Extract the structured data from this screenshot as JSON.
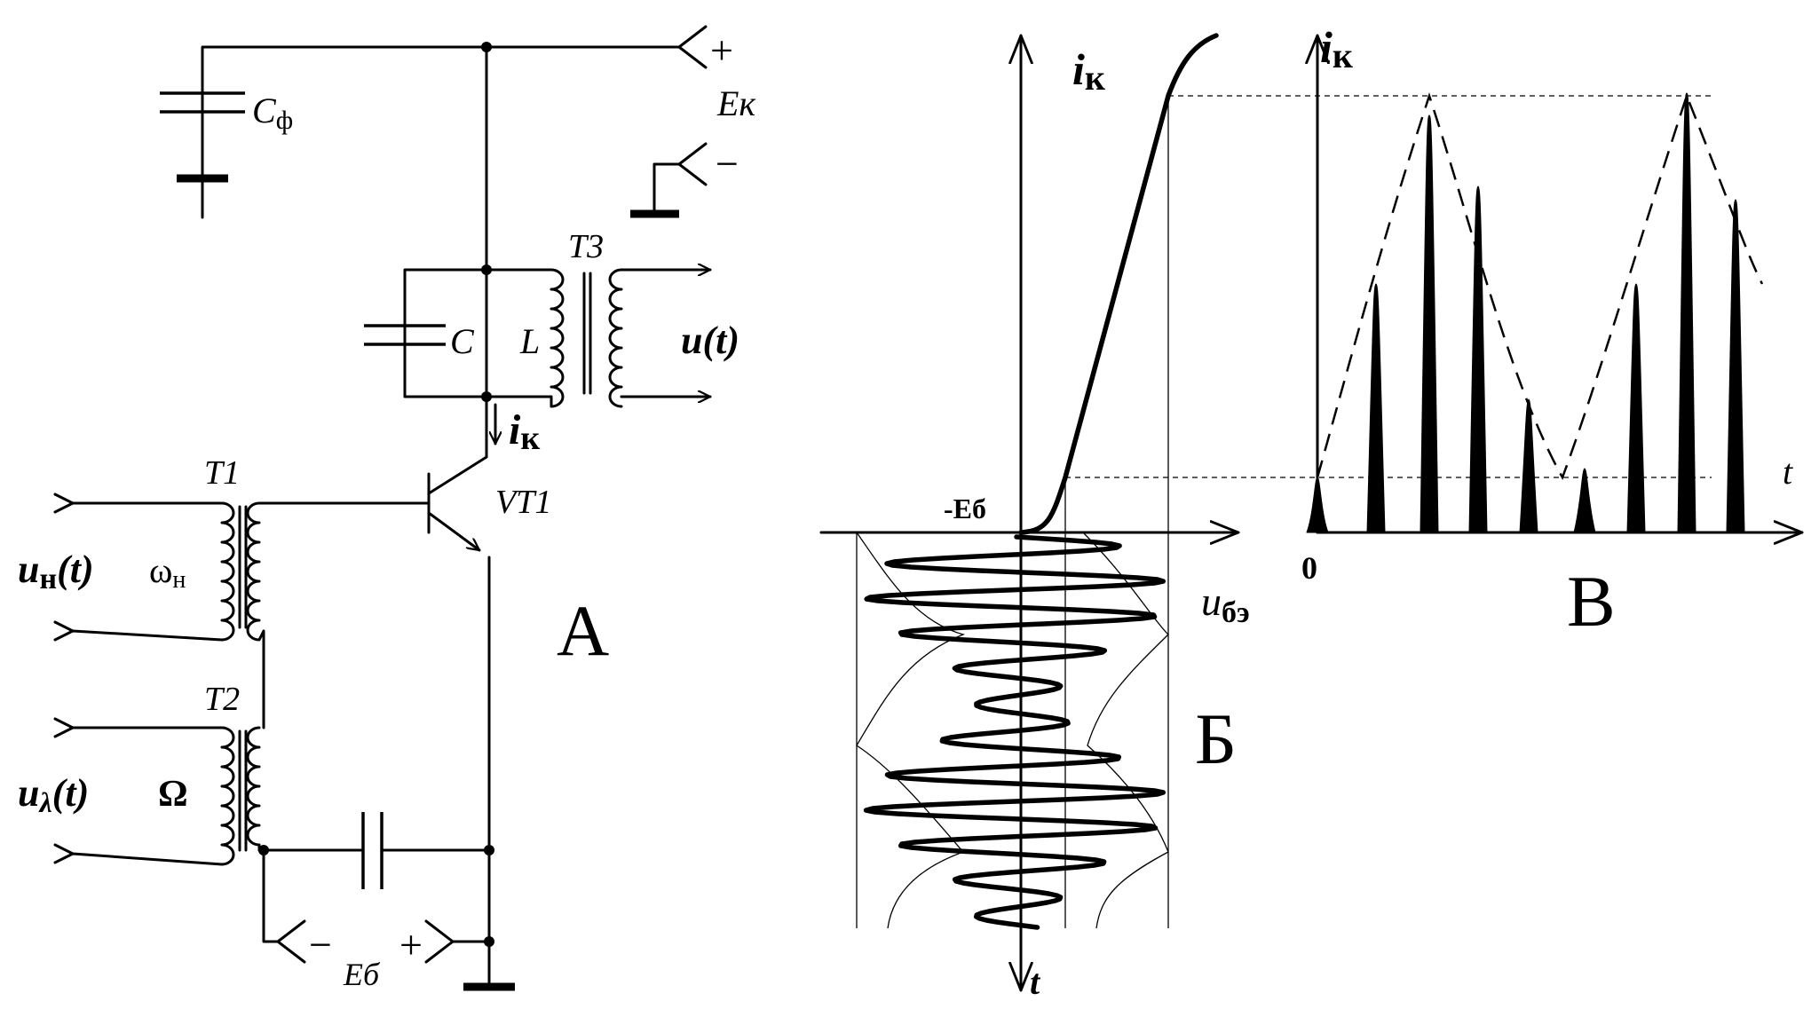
{
  "panel_a": {
    "panel_label": "А",
    "cf": {
      "main": "C",
      "sub": "ф"
    },
    "supply_plus": "+",
    "supply_minus": "−",
    "supply_label": "Eк",
    "t3": "T3",
    "c": "C",
    "l": "L",
    "out_signal": "u(t)",
    "ic": {
      "main": "i",
      "sub": "к"
    },
    "vt1": "VT1",
    "t1": "T1",
    "carrier_signal": {
      "main": "u",
      "sub": "н",
      "rest": "(t)"
    },
    "carrier_freq": {
      "main": "ω",
      "sub": "н"
    },
    "t2": "T2",
    "mod_signal": {
      "main": "u",
      "sub": "λ",
      "rest": "(t)"
    },
    "mod_freq": "Ω",
    "bias_minus": "−",
    "bias_plus": "+",
    "bias_label": "Eб"
  },
  "panel_b": {
    "panel_label": "Б",
    "y_label": {
      "main": "i",
      "sub": "к"
    },
    "x_label": {
      "main": "u",
      "sub": "бэ"
    },
    "t_label": "t",
    "bias_label": "-Eб"
  },
  "panel_c": {
    "panel_label": "В",
    "y_label": {
      "main": "i",
      "sub": "к"
    },
    "origin": "0",
    "t_label": "t"
  },
  "chart_data": {
    "type": "line",
    "note_type": "qualitative",
    "series": []
  }
}
